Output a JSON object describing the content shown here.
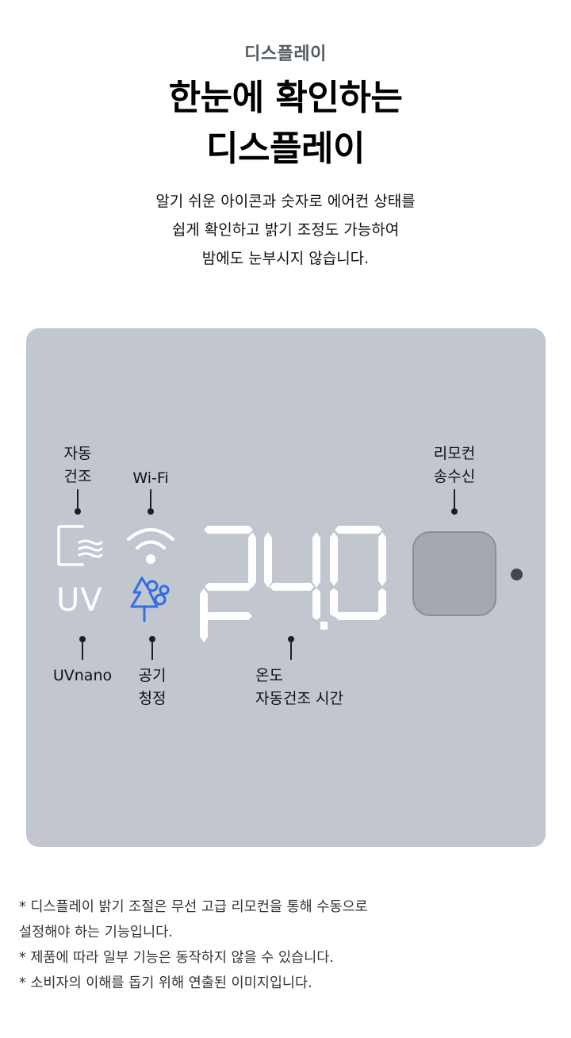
{
  "header": {
    "eyebrow": "디스플레이",
    "headline_line1": "한눈에 확인하는",
    "headline_line2": "디스플레이",
    "description_line1": "알기 쉬운 아이콘과 숫자로 에어컨 상태를",
    "description_line2": "쉽게 확인하고 밝기 조정도 가능하여",
    "description_line3": "밤에도 눈부시지 않습니다."
  },
  "display_panel": {
    "labels": {
      "auto_dry_line1": "자동",
      "auto_dry_line2": "건조",
      "wifi": "Wi-Fi",
      "remote_line1": "리모컨",
      "remote_line2": "송수신",
      "uvnano": "UVnano",
      "air_purify_line1": "공기",
      "air_purify_line2": "청정",
      "temp_line1": "온도",
      "temp_line2": "자동건조 시간"
    },
    "icons": {
      "auto_dry": "auto-dry-icon",
      "wifi": "wifi-icon",
      "uv": "UV",
      "air_purify": "air-purify-tree-icon"
    },
    "readout": "24.0",
    "colors": {
      "panel": "#c1c6cf",
      "segment": "#ffffff",
      "air_purify_icon": "#2f6fe6",
      "receiver": "#a4a8b0",
      "indicator": "#43464c"
    }
  },
  "notes": [
    "* 디스플레이 밝기 조절은 무선 고급 리모컨을 통해 수동으로",
    "설정해야 하는 기능입니다.",
    "* 제품에 따라 일부 기능은 동작하지 않을 수 있습니다.",
    "* 소비자의 이해를 돕기 위해 연출된 이미지입니다."
  ]
}
